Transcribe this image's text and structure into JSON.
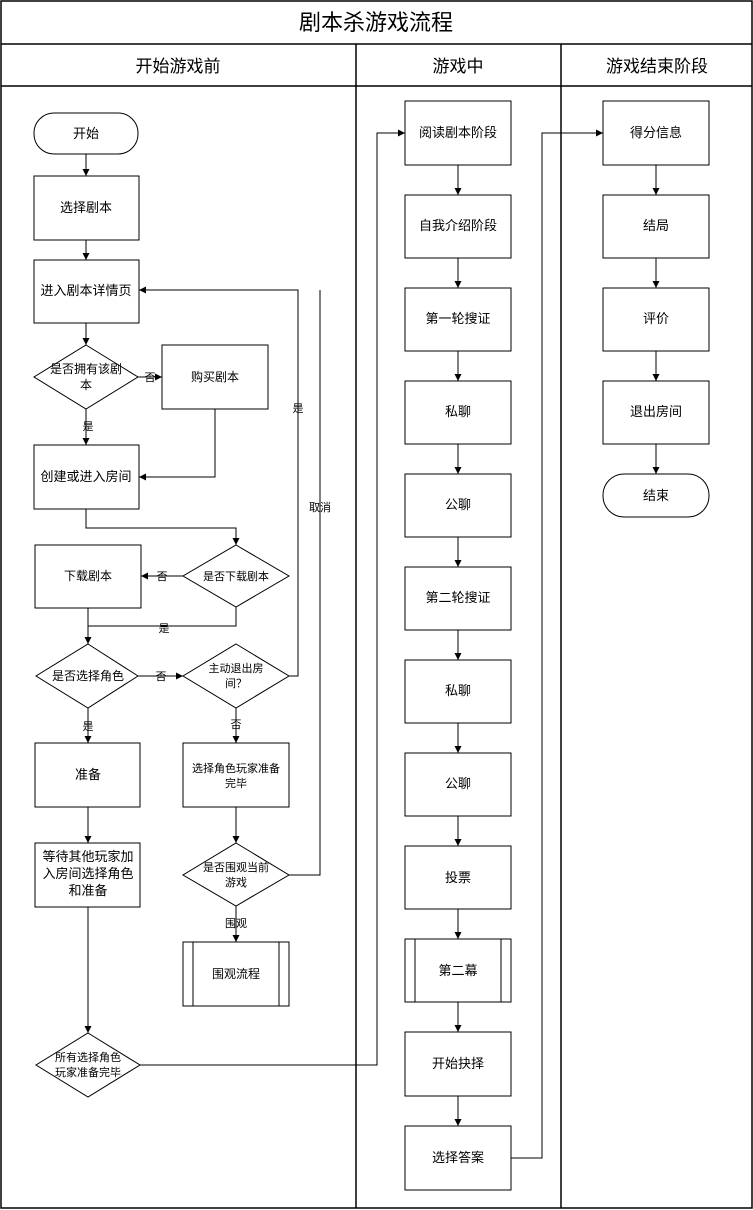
{
  "title": "剧本杀游戏流程",
  "lanes": [
    "开始游戏前",
    "游戏中",
    "游戏结束阶段"
  ],
  "nodes": {
    "start": "开始",
    "select_script": "选择剧本",
    "enter_detail": "进入剧本详情页",
    "own_script": [
      "是否拥有该剧",
      "本"
    ],
    "buy_script": "购买剧本",
    "create_room": "创建或进入房间",
    "download_q": "是否下载剧本",
    "download": "下载剧本",
    "select_role_q": "是否选择角色",
    "exit_room_q": [
      "主动退出房",
      "间？"
    ],
    "prepare": "准备",
    "role_ready": [
      "选择角色玩家准备",
      "完毕"
    ],
    "wait_others": [
      "等待其他玩家加",
      "入房间选择角色",
      "和准备"
    ],
    "spectate_q": [
      "是否围观当前",
      "游戏"
    ],
    "spectate_flow": "围观流程",
    "all_ready": [
      "所有选择角色",
      "玩家准备完毕"
    ],
    "read_script": "阅读剧本阶段",
    "self_intro": "自我介绍阶段",
    "search1": "第一轮搜证",
    "private1": "私聊",
    "public1": "公聊",
    "search2": "第二轮搜证",
    "private2": "私聊",
    "public2": "公聊",
    "vote": "投票",
    "act2": "第二幕",
    "start_choice": "开始抉择",
    "choose_answer": "选择答案",
    "score_info": "得分信息",
    "ending": "结局",
    "review": "评价",
    "exit_room": "退出房间",
    "end": "结束"
  },
  "edge_labels": {
    "no": "否",
    "yes": "是",
    "cancel": "取消",
    "spectate": "围观"
  }
}
